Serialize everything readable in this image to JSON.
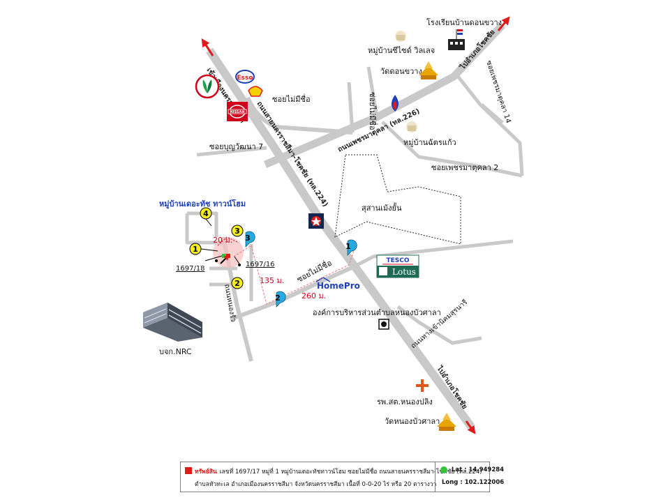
{
  "roads": {
    "main_224": "ถนนสายนครราชสีมา-โชคชัย (ทล.224)",
    "main_226": "ถนนเพชรมาตุคลา (ทล.226)",
    "to_city": "เข้าเมืองนครราชสีมา",
    "to_chokchai_top": "ไปอำเภอโชคชัย",
    "to_chokchai_bottom": "ไปอำเภอโชคชัย",
    "soi_no_name_top": "ซอยไม่มีชื่อ",
    "soi_no_name_vert": "ซอยไม่มีชื่อ",
    "soi_boon": "ซอยบุญวัฒนา 7",
    "soi_phet14": "ซอยเพชรมาตุคลา 14",
    "soi_phet2": "ซอยเพชรมาตุคลา 2",
    "soi_no_name_home": "ซอยไม่มีชื่อ",
    "road_nong_rua": "ถนนหนองรัว",
    "road_suranaree": "ถนนทางเข้านิคมสุรนารี"
  },
  "places": {
    "school": "โรงเรียนบ้านดอนขวาง",
    "seaside_village": "หมู่บ้านซีไซด์ วิลเลจ",
    "wat_donkwang": "วัดดอนขวาง",
    "chatkaew_village": "หมู่บ้านฉัตรแก้ว",
    "cemetery": "สุสานเม้งยั้น",
    "the_dutch_village": "หมู่บ้านเดอะทัช ทาวน์โฮม",
    "tao": "องค์การบริหารส่วนตำบลหนองบัวศาลา",
    "hospital": "รพ.สต.หนองปลิง",
    "wat_nongbua": "วัดหนองบัวศาลา",
    "nrc": "บจก.NRC"
  },
  "brands": {
    "esso": "Esso",
    "nissan": "NISSAN",
    "homepro": "HomePro",
    "tesco": "TESCO",
    "lotus": "Lotus"
  },
  "markers": {
    "yellow": [
      "1",
      "2",
      "3",
      "4"
    ],
    "blue": [
      "1",
      "2",
      "3"
    ]
  },
  "plots": {
    "left": "1697/18",
    "right": "1697/16"
  },
  "distances": {
    "d20": "20 ม.",
    "d135": "135 ม.",
    "d260": "260 ม."
  },
  "legend": {
    "asset_label": "ทรัพย์สิน",
    "line1": "เลขที่ 1697/17 หมู่ที่ 1 หมู่บ้านเดอะทัชทาวน์โฮม ซอยไม่มีชื่อ ถนนสายนครราชสีมา-โชคชัย (ทล.224)",
    "line2": "ตำบลหัวทะเล อำเภอเมืองนครราชสีมา จังหวัดนครราชสีมา เนื้อที่ 0-0-20 ไร่ หรือ 20 ตารางวา",
    "lat": "Lat : 14.949284",
    "long": "Long : 102.122006"
  },
  "colors": {
    "road": "#c9c9c9",
    "arrow": "#e01b1b",
    "marker_yellow": "#f5ee1e",
    "marker_blue": "#2aa9e0",
    "property": "#e01b1b",
    "gps_dot": "#35c43a"
  }
}
